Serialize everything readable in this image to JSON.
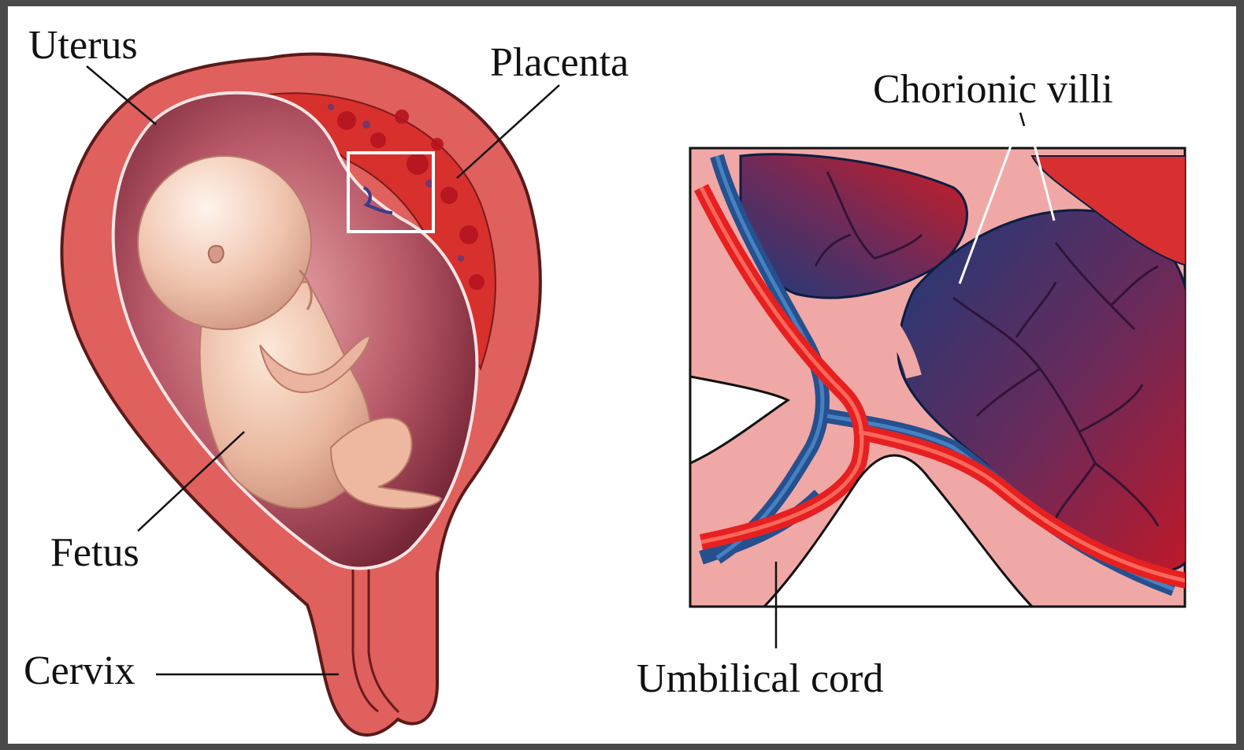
{
  "labels": {
    "uterus": "Uterus",
    "placenta": "Placenta",
    "fetus": "Fetus",
    "cervix": "Cervix",
    "chorionic_villi": "Chorionic villi",
    "umbilical_cord": "Umbilical cord"
  },
  "colors": {
    "frame": "#4a4a4a",
    "uterus_wall": "#e0605d",
    "cavity": "#a84050",
    "fetus_skin": "#f0c0a0",
    "placenta": "#d8302c",
    "blood_blue": "#26508e",
    "blood_red": "#e62020",
    "tissue_pink": "#f0a8a6"
  }
}
